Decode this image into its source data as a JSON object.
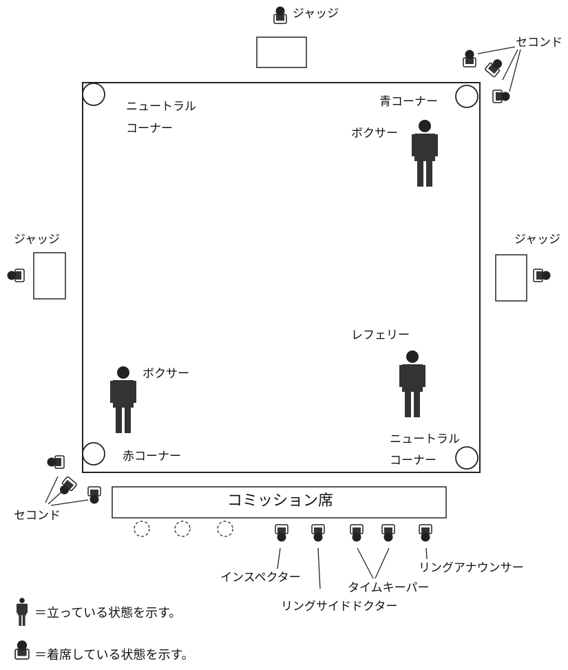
{
  "labels": {
    "judge_top": "ジャッジ",
    "judge_left": "ジャッジ",
    "judge_right": "ジャッジ",
    "second_top": "セコンド",
    "second_bottom": "セコンド",
    "neutral_corner_top_line1": "ニュートラル",
    "neutral_corner_top_line2": "コーナー",
    "neutral_corner_bottom_line1": "ニュートラル",
    "neutral_corner_bottom_line2": "コーナー",
    "blue_corner": "青コーナー",
    "red_corner": "赤コーナー",
    "boxer_blue": "ボクサー",
    "boxer_red": "ボクサー",
    "referee": "レフェリー",
    "commission_table": "コミッション席",
    "inspector": "インスペクター",
    "ringside_doctor": "リングサイドドクター",
    "timekeeper": "タイムキーパー",
    "ring_announcer": "リングアナウンサー"
  },
  "legend": {
    "standing": "＝立っている状態を示す。",
    "seated": "＝着席している状態を示す。"
  }
}
